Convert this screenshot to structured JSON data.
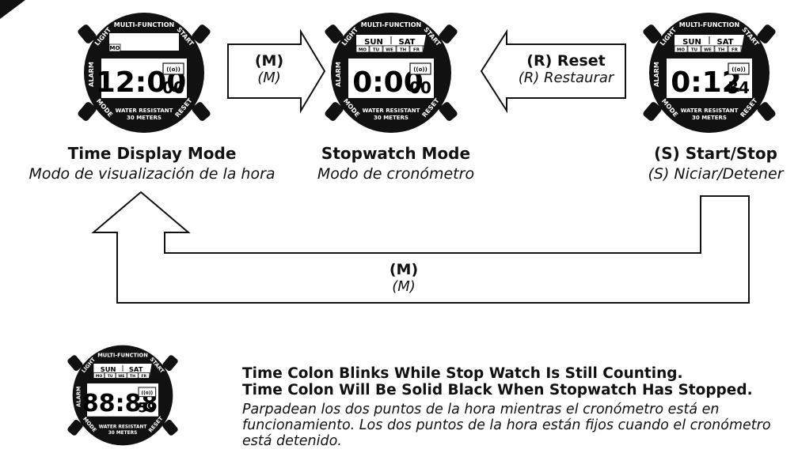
{
  "watch": {
    "top_label": "MULTI-FUNCTION",
    "light": "LIGHT",
    "start": "START",
    "alarm": "ALARM",
    "mode": "MODE",
    "reset": "RESET",
    "water1": "WATER RESISTANT",
    "water2": "30 METERS",
    "sun": "SUN",
    "sat": "SAT",
    "days": [
      "MO",
      "TU",
      "WE",
      "TH",
      "FR"
    ],
    "signal_icon": "((o))"
  },
  "watches": [
    {
      "mode": "time-display",
      "day_label": "MO",
      "digits": "12:00",
      "seconds": "00"
    },
    {
      "mode": "stopwatch",
      "digits": "0:00",
      "seconds": "00"
    },
    {
      "mode": "start-stop",
      "digits": "0:12",
      "seconds": "34"
    },
    {
      "mode": "note",
      "digits": "88:88",
      "seconds": "59"
    }
  ],
  "captions": {
    "time_display": {
      "en": "Time Display Mode",
      "es": "Modo de visualización de la hora"
    },
    "stopwatch": {
      "en": "Stopwatch Mode",
      "es": "Modo de cronómetro"
    },
    "start_stop": {
      "en": "(S) Start/Stop",
      "es": "(S) Niciar/Detener"
    }
  },
  "arrows": {
    "mode": {
      "en": "(M)",
      "es": "(M)"
    },
    "reset": {
      "en": "(R) Reset",
      "es": "(R) Restaurar"
    },
    "return": {
      "en": "(M)",
      "es": "(M)"
    }
  },
  "note": {
    "en_line1": "Time Colon Blinks While Stop Watch Is Still Counting.",
    "en_line2": "Time Colon Will Be Solid Black When Stopwatch Has Stopped.",
    "es": "Parpadean los dos puntos de la hora mientras el cronómetro está en funcionamiento. Los dos puntos de la hora están fijos cuando el cronómetro está detenido."
  }
}
